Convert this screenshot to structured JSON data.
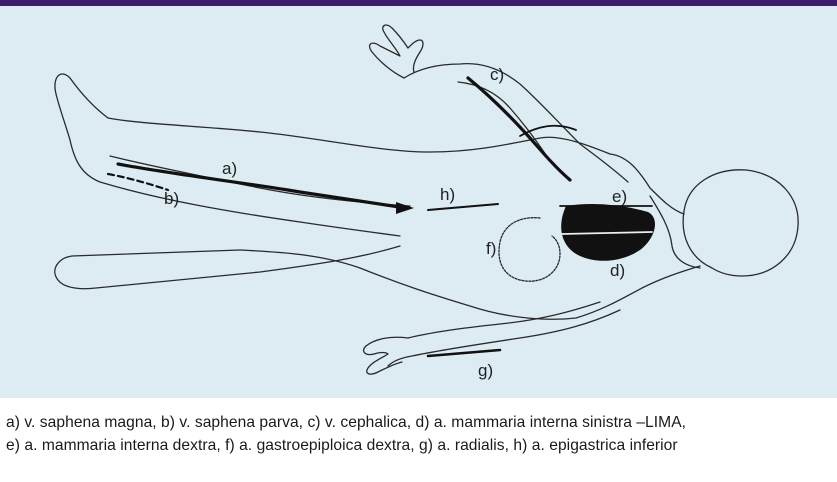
{
  "figure": {
    "labels": {
      "a": "a)",
      "b": "b)",
      "c": "c)",
      "d": "d)",
      "e": "e)",
      "f": "f)",
      "g": "g)",
      "h": "h)"
    }
  },
  "caption": {
    "line1": "a) v. saphena magna, b) v. saphena parva, c) v. cephalica, d) a. mammaria interna sinistra –LIMA,",
    "line2": "e) a. mammaria interna dextra, f) a. gastroepiploica dextra, g) a. radialis, h) a. epigastrica inferior"
  }
}
